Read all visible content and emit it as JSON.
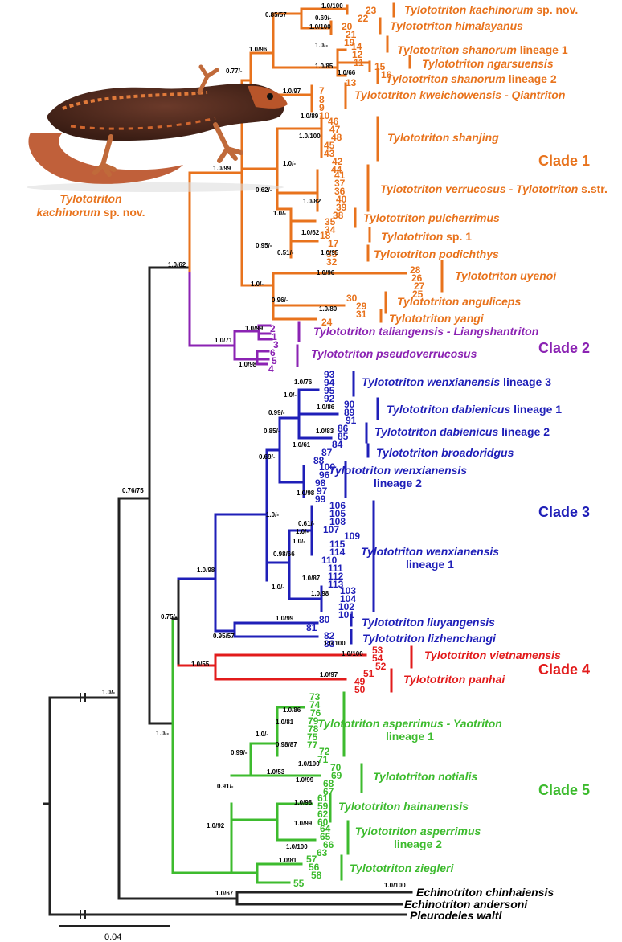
{
  "colors": {
    "orange": "#e8731d",
    "purple": "#8b23b3",
    "blue": "#1f1fb8",
    "red": "#e21b1b",
    "green": "#3dbb2e",
    "black": "#222222"
  },
  "photo": {
    "label_line1": "Tylototriton",
    "label_line2_italic": "kachinorum",
    "label_line2_plain": "sp. nov."
  },
  "clades": [
    "Clade 1",
    "Clade 2",
    "Clade 3",
    "Clade 4",
    "Clade 5"
  ],
  "species": [
    {
      "italic": "Tylototriton kachinorum",
      "plain": " sp. nov."
    },
    {
      "italic": "Tylototriton himalayanus",
      "plain": ""
    },
    {
      "italic": "Tylototriton shanorum",
      "plain": " lineage 1"
    },
    {
      "italic": "Tylototriton ngarsuensis",
      "plain": ""
    },
    {
      "italic": "Tylototriton shanorum",
      "plain": " lineage 2"
    },
    {
      "italic": "Tylototriton kweichowensis - Qiantriton",
      "plain": ""
    },
    {
      "italic": "Tylototriton shanjing",
      "plain": ""
    },
    {
      "italic": "Tylototriton verrucosus - Tylototriton",
      "plain": " s.str."
    },
    {
      "italic": "Tylototriton pulcherrimus",
      "plain": ""
    },
    {
      "italic": "Tylototriton",
      "plain": " sp. 1"
    },
    {
      "italic": "Tylototriton podichthys",
      "plain": ""
    },
    {
      "italic": "Tylototriton uyenoi",
      "plain": ""
    },
    {
      "italic": "Tylototriton anguliceps",
      "plain": ""
    },
    {
      "italic": "Tylototriton yangi",
      "plain": ""
    },
    {
      "italic": "Tylototriton taliangensis - Liangshantriton",
      "plain": ""
    },
    {
      "italic": "Tylototriton pseudoverrucosus",
      "plain": ""
    },
    {
      "italic": "Tylototriton wenxianensis",
      "plain": " lineage 3"
    },
    {
      "italic": "Tylototriton dabienicus",
      "plain": " lineage 1"
    },
    {
      "italic": "Tylototriton dabienicus",
      "plain": " lineage 2"
    },
    {
      "italic": "Tylototriton broadoridgus",
      "plain": ""
    },
    {
      "italic": "Tylototriton liuyangensis",
      "plain": ""
    },
    {
      "italic": "Tylototriton lizhenchangi",
      "plain": ""
    },
    {
      "italic": "Tylototriton vietnamensis",
      "plain": ""
    },
    {
      "italic": "Tylototriton panhai",
      "plain": ""
    },
    {
      "italic": "Tylototriton notialis",
      "plain": ""
    },
    {
      "italic": "Tylototriton hainanensis",
      "plain": ""
    },
    {
      "italic": "Tylototriton ziegleri",
      "plain": ""
    }
  ],
  "two_line_species": [
    {
      "line1": "Tylototriton wenxianensis",
      "line2": "lineage 2"
    },
    {
      "line1": "Tylototriton wenxianensis",
      "line2": "lineage 1"
    },
    {
      "line1": "Tylototriton asperrimus - Yaotriton",
      "line2": "lineage 1"
    },
    {
      "line1": "Tylototriton asperrimus",
      "line2": "lineage 2"
    }
  ],
  "outgroups": [
    "Echinotriton chinhaiensis",
    "Echinotriton andersoni",
    "Pleurodeles waltl"
  ],
  "supports": [
    "1.0/100",
    "0.85/57",
    "0.69/-",
    "1.0/100",
    "1.0/96",
    "1.0/-",
    "1.0/85",
    "1.0/66",
    "0.77/-",
    "1.0/97",
    "1.0/89",
    "1.0/100",
    "1.0/99",
    "1.0/-",
    "0.62/-",
    "1.0/-",
    "1.0/82",
    "1.0/62",
    "0.95/-",
    "0.51/-",
    "1.0/95",
    "1.0/-",
    "1.0/96",
    "0.96/-",
    "1.0/80",
    "1.0/62",
    "1.0/99",
    "1.0/71",
    "1.0/98",
    "1.0/76",
    "1.0/-",
    "1.0/86",
    "0.99/-",
    "1.0/83",
    "0.85/-",
    "1.0/61",
    "0.69/-",
    "1.0/98",
    "0.76/75",
    "1.0/-",
    "0.61/-",
    "1.0/-",
    "1.0/-",
    "0.98/66",
    "1.0/87",
    "1.0/-",
    "1.0/98",
    "1.0/98",
    "0.75/-",
    "1.0/99",
    "0.95/57",
    "1.0/100",
    "1.0/100",
    "1.0/55",
    "1.0/97",
    "1.0/-",
    "1.0/86",
    "1.0/81",
    "1.0/-",
    "0.98/87",
    "0.99/-",
    "1.0/100",
    "1.0/53",
    "1.0/99",
    "0.91/-",
    "1.0/98",
    "1.0/99",
    "1.0/92",
    "1.0/100",
    "1.0/81",
    "1.0/-",
    "1.0/67",
    "1.0/100"
  ],
  "scale_bar": "0.04",
  "tips": {
    "orange": [
      [
        "23",
        0
      ],
      [
        "22",
        0
      ],
      [
        "20",
        0
      ],
      [
        "21",
        0
      ],
      [
        "19",
        0
      ],
      [
        "14",
        0
      ],
      [
        "12",
        0
      ],
      [
        "11",
        0
      ],
      [
        "15",
        0
      ],
      [
        "16",
        0
      ],
      [
        "13",
        0
      ],
      [
        "7",
        0
      ],
      [
        "8",
        0
      ],
      [
        "9",
        0
      ],
      [
        "10",
        0
      ],
      [
        "46",
        0
      ],
      [
        "47",
        0
      ],
      [
        "48",
        0
      ],
      [
        "45",
        0
      ],
      [
        "43",
        0
      ],
      [
        "42",
        0
      ],
      [
        "44",
        0
      ],
      [
        "41",
        0
      ],
      [
        "37",
        0
      ],
      [
        "36",
        0
      ],
      [
        "40",
        0
      ],
      [
        "39",
        0
      ],
      [
        "38",
        0
      ],
      [
        "35",
        0
      ],
      [
        "34",
        0
      ],
      [
        "18",
        0
      ],
      [
        "17",
        0
      ],
      [
        "33",
        0
      ],
      [
        "32",
        0
      ],
      [
        "28",
        0
      ],
      [
        "26",
        0
      ],
      [
        "27",
        0
      ],
      [
        "25",
        0
      ],
      [
        "30",
        0
      ],
      [
        "29",
        0
      ],
      [
        "31",
        0
      ],
      [
        "24",
        0
      ]
    ],
    "purple": [
      [
        "2",
        0
      ],
      [
        "1",
        0
      ],
      [
        "3",
        0
      ],
      [
        "6",
        0
      ],
      [
        "5",
        0
      ],
      [
        "4",
        0
      ]
    ],
    "blue": [
      [
        "93",
        0
      ],
      [
        "94",
        0
      ],
      [
        "95",
        0
      ],
      [
        "92",
        0
      ],
      [
        "90",
        0
      ],
      [
        "89",
        0
      ],
      [
        "91",
        0
      ],
      [
        "86",
        0
      ],
      [
        "85",
        0
      ],
      [
        "84",
        0
      ],
      [
        "87",
        0
      ],
      [
        "88",
        0
      ],
      [
        "100",
        0
      ],
      [
        "96",
        0
      ],
      [
        "98",
        0
      ],
      [
        "97",
        0
      ],
      [
        "99",
        0
      ],
      [
        "106",
        0
      ],
      [
        "105",
        0
      ],
      [
        "108",
        0
      ],
      [
        "107",
        0
      ],
      [
        "109",
        0
      ],
      [
        "115",
        0
      ],
      [
        "114",
        0
      ],
      [
        "110",
        0
      ],
      [
        "111",
        0
      ],
      [
        "112",
        0
      ],
      [
        "113",
        0
      ],
      [
        "103",
        0
      ],
      [
        "104",
        0
      ],
      [
        "102",
        0
      ],
      [
        "101",
        0
      ],
      [
        "80",
        0
      ],
      [
        "81",
        0
      ],
      [
        "82",
        0
      ],
      [
        "83",
        0
      ]
    ],
    "red": [
      [
        "53",
        0
      ],
      [
        "54",
        0
      ],
      [
        "52",
        0
      ],
      [
        "51",
        0
      ],
      [
        "49",
        0
      ],
      [
        "50",
        0
      ]
    ],
    "green": [
      [
        "73",
        0
      ],
      [
        "74",
        0
      ],
      [
        "76",
        0
      ],
      [
        "79",
        0
      ],
      [
        "78",
        0
      ],
      [
        "75",
        0
      ],
      [
        "77",
        0
      ],
      [
        "72",
        0
      ],
      [
        "71",
        0
      ],
      [
        "70",
        0
      ],
      [
        "69",
        0
      ],
      [
        "68",
        0
      ],
      [
        "67",
        0
      ],
      [
        "61",
        0
      ],
      [
        "59",
        0
      ],
      [
        "62",
        0
      ],
      [
        "60",
        0
      ],
      [
        "64",
        0
      ],
      [
        "65",
        0
      ],
      [
        "66",
        0
      ],
      [
        "63",
        0
      ],
      [
        "57",
        0
      ],
      [
        "56",
        0
      ],
      [
        "58",
        0
      ],
      [
        "55",
        0
      ]
    ]
  }
}
